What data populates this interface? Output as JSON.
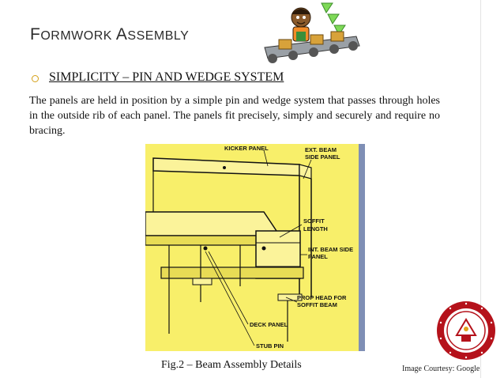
{
  "slide": {
    "title_first_cap": "F",
    "title_first_rest": "ORMWORK",
    "title_second_cap": "A",
    "title_second_rest": "SSEMBLY",
    "bullet": "SIMPLICITY – PIN AND WEDGE SYSTEM",
    "body": "The panels are held in position by a simple pin and wedge system that passes through holes in the outside rib of each panel. The panels fit precisely, simply and securely and require no bracing.",
    "caption": "Fig.2 – Beam Assembly Details",
    "courtesy": "Image Courtesy: Google"
  },
  "figure": {
    "labels": {
      "kicker": "KICKER PANEL",
      "ext1": "EXT. BEAM",
      "ext2": "SIDE PANEL",
      "soffit1": "SOFFIT",
      "soffit2": "LENGTH",
      "int1": "INT. BEAM SIDE",
      "int2": "PANEL",
      "prop1": "PROP HEAD FOR",
      "prop2": "SOFFIT BEAM",
      "deck": "DECK PANEL",
      "stub": "STUB PIN"
    }
  },
  "colors": {
    "figure_bg": "#f8ef6a",
    "bullet_accent": "#d4a017",
    "logo_red": "#b5121b"
  },
  "icons": {
    "mascot": "worker-conveyor-icon",
    "logo": "institute-seal-icon"
  }
}
